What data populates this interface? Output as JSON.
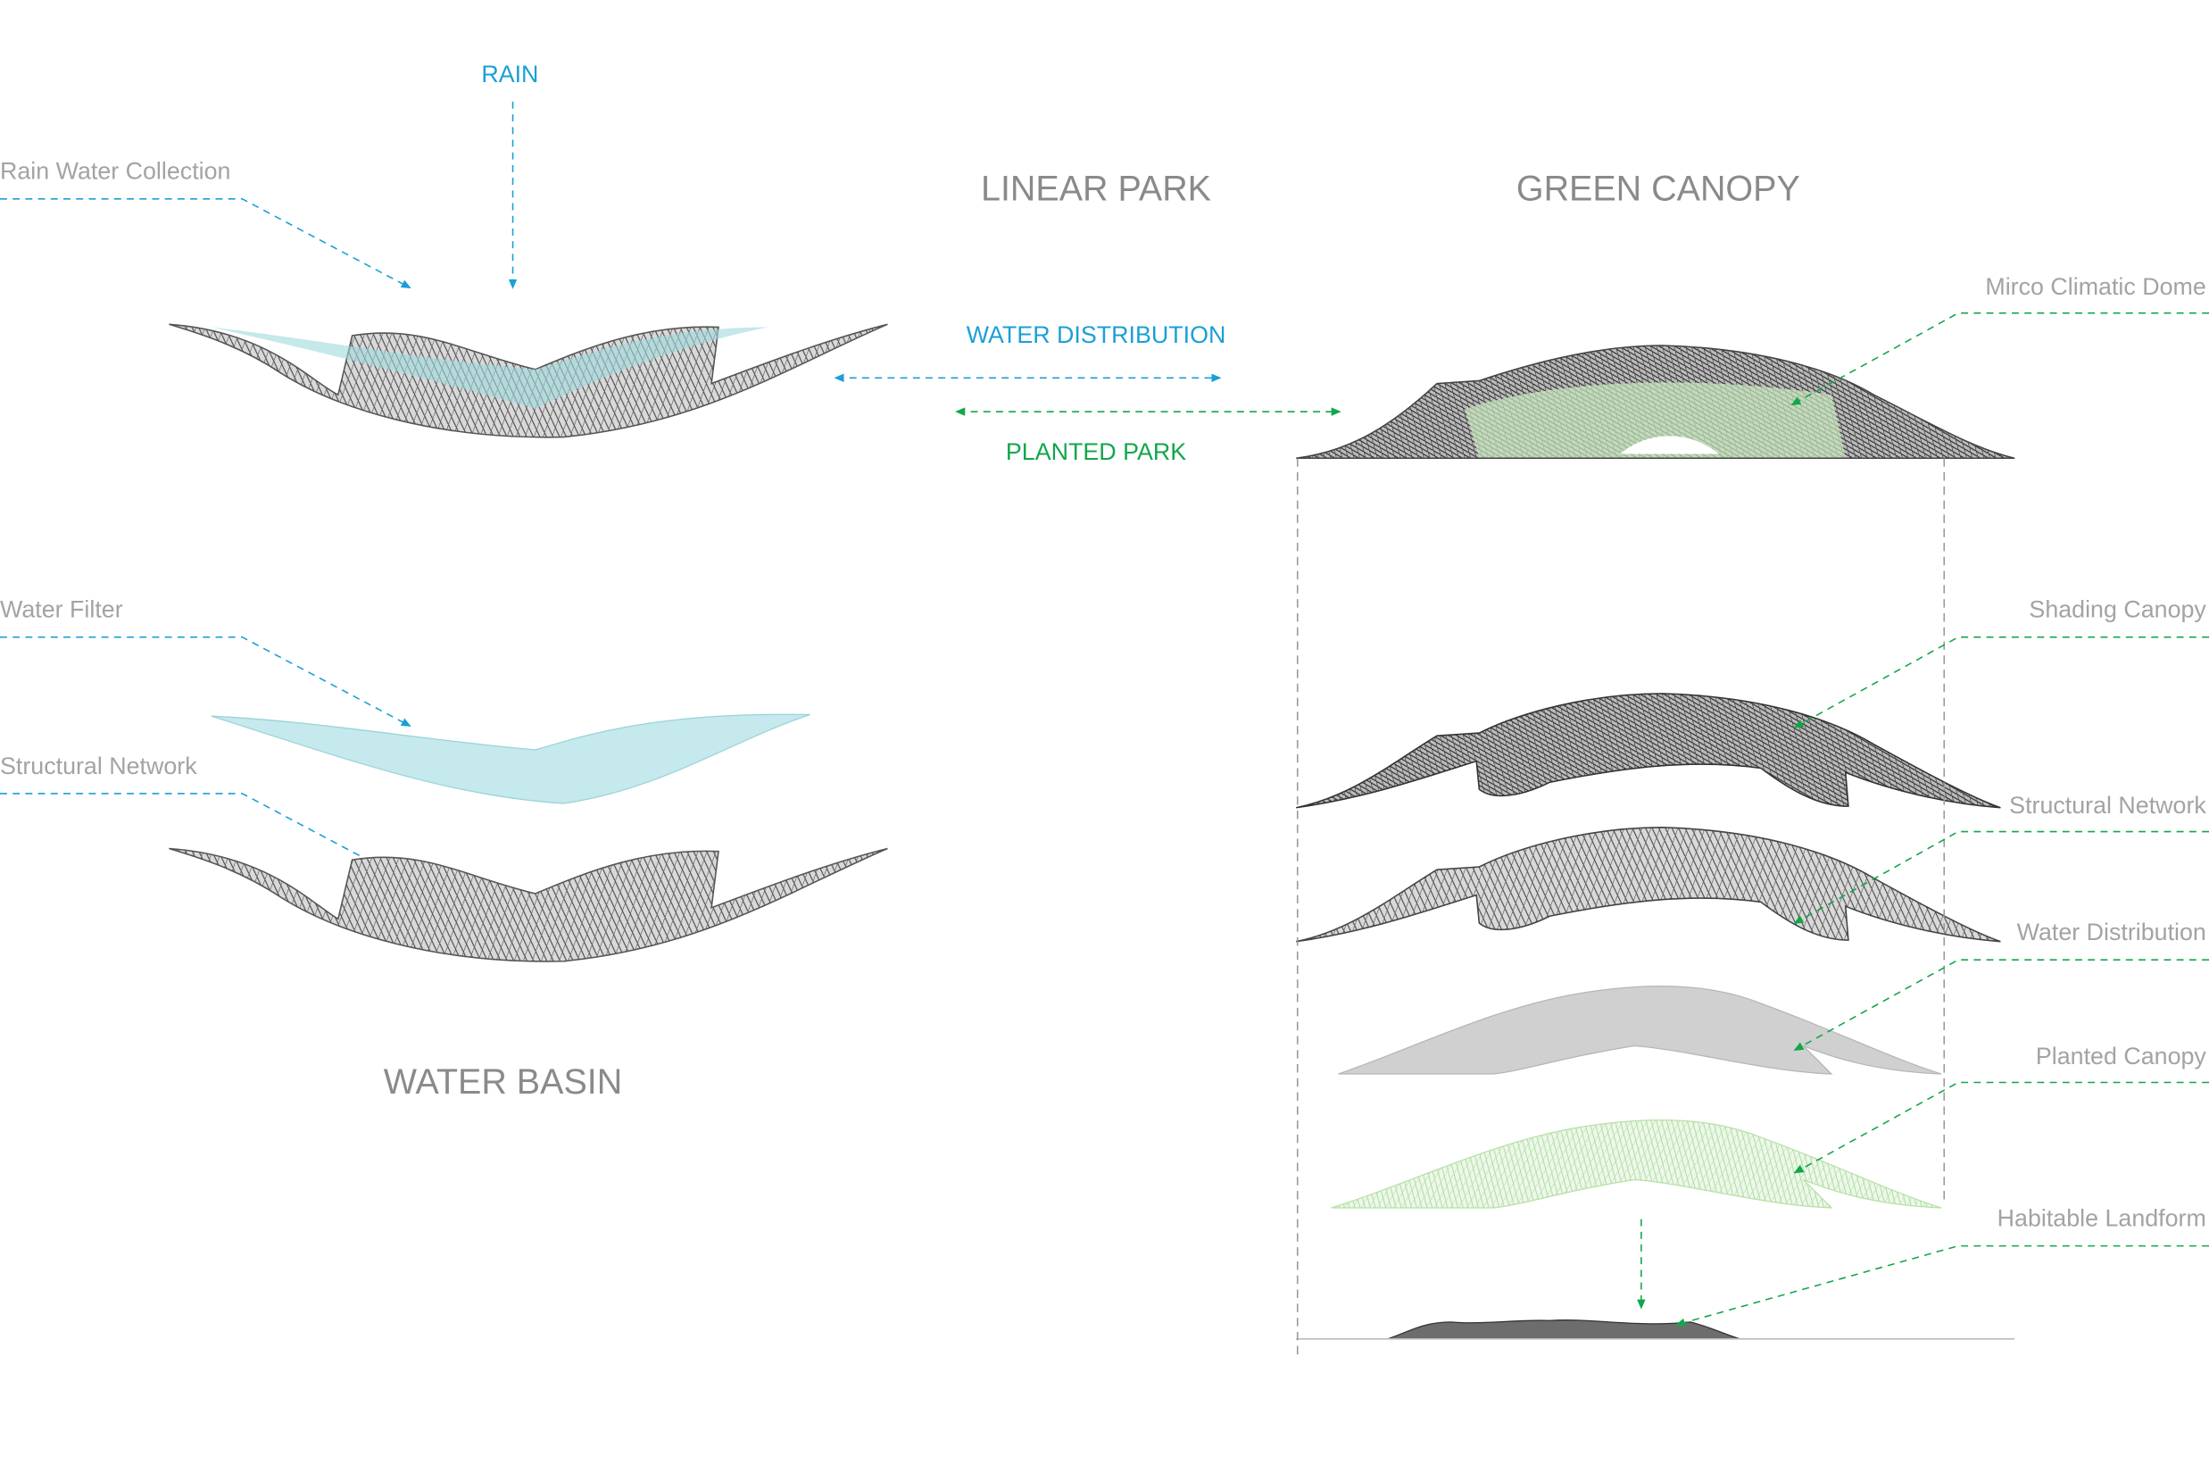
{
  "colors": {
    "water": "#1a9fd6",
    "green": "#12a64b",
    "label": "#a3a3a3",
    "title": "#8a8a8a",
    "mesh": "#4a4a4a",
    "teal": "#9fd9dc",
    "lightgreen": "#b7e0a8"
  },
  "titles": {
    "linear_park": "LINEAR PARK",
    "green_canopy": "GREEN CANOPY",
    "water_basin": "WATER BASIN"
  },
  "flows": {
    "rain": "RAIN",
    "water_distribution": "WATER DISTRIBUTION",
    "planted_park": "PLANTED PARK"
  },
  "left_labels": [
    "Rain Water Collection",
    "Water Filter",
    "Structural Network"
  ],
  "right_labels": [
    "Mirco Climatic Dome",
    "Shading Canopy",
    "Structural Network",
    "Water Distribution",
    "Planted Canopy",
    "Habitable Landform"
  ]
}
